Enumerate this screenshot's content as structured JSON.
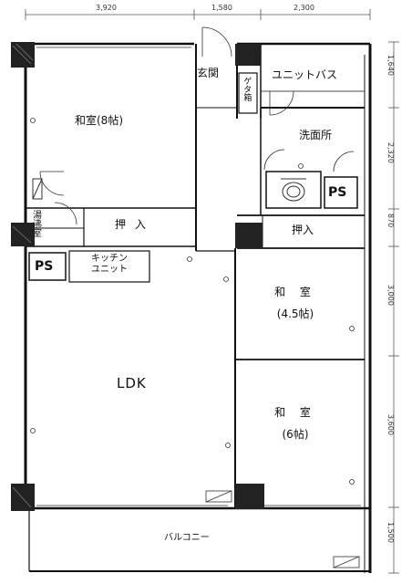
{
  "dimensions": {
    "top": [
      "3,920",
      "1,580",
      "2,300"
    ],
    "right": [
      "1,640",
      "2,320",
      "870",
      "3,000",
      "3,600",
      "1,500"
    ]
  },
  "rooms": {
    "washitsu8": "和室(8帖)",
    "genkan": "玄関",
    "getabako": "ゲタ箱",
    "unit_bath": "ユニットバス",
    "senmenjo": "洗面所",
    "ps_right": "PS",
    "yuwakashi": "湯沸室",
    "oshiire_left": "押入",
    "oshiire_right": "押入",
    "ps_left": "PS",
    "kitchen_line1": "キッチン",
    "kitchen_line2": "ユニット",
    "washitsu45_line1": "和 室",
    "washitsu45_line2": "(4.5帖)",
    "ldk": "LDK",
    "washitsu6_line1": "和 室",
    "washitsu6_line2": "(6帖)",
    "balcony": "バルコニー"
  }
}
